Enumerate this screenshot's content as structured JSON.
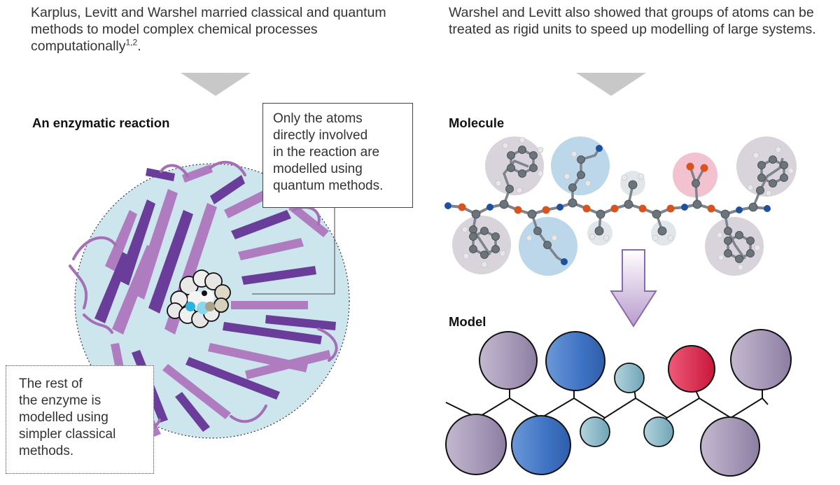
{
  "left_intro": {
    "text": "Karplus, Levitt and Warshel married classical and quantum methods to model complex chemical processes computationally",
    "refs": "1,2",
    "end": "."
  },
  "right_intro": {
    "text": "Warshel and Levitt also showed that groups of atoms can be treated as rigid units to speed up modelling of large systems."
  },
  "enzyme": {
    "heading": "An enzymatic reaction",
    "quantum_callout": [
      "Only the atoms",
      "directly involved",
      "in the reaction are",
      "modelled using",
      "quantum methods."
    ],
    "classical_callout": [
      "The rest of",
      "the enzyme is",
      "modelled using",
      "simpler classical",
      "methods."
    ]
  },
  "molecule": {
    "heading": "Molecule"
  },
  "model": {
    "heading": "Model"
  },
  "colors": {
    "enzyme_sphere": "#cde6ee",
    "ribbon_light": "#b07cc0",
    "ribbon_dark": "#6a3d9a",
    "group_grey": "#d9d4dc",
    "group_blue": "#bcd7ea",
    "group_pink": "#f3c2d0",
    "bead_purple": "#a89ab8",
    "bead_blue": "#3f73c4",
    "bead_teal": "#88b9c9",
    "bead_red": "#e0284a",
    "arrow_grey": "#c8c8c8",
    "arrow_purple": "#8a6aa8"
  }
}
